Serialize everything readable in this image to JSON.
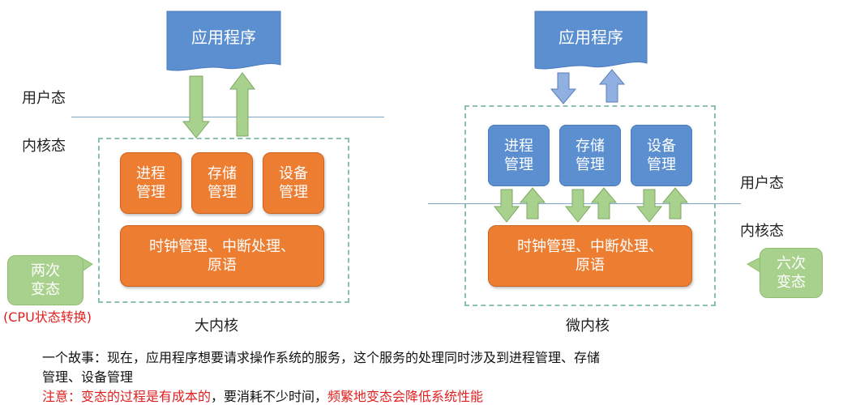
{
  "left": {
    "app": "应用程序",
    "user_mode": "用户态",
    "kernel_mode": "内核态",
    "modules": [
      "进程\n管理",
      "存储\n管理",
      "设备\n管理"
    ],
    "base": "时钟管理、中断处理、\n原语",
    "caption": "大内核",
    "bubble": "两次\n变态",
    "cpu_note": "(CPU状态转换)"
  },
  "right": {
    "app": "应用程序",
    "user_mode": "用户态",
    "kernel_mode": "内核态",
    "modules": [
      "进程\n管理",
      "存储\n管理",
      "设备\n管理"
    ],
    "base": "时钟管理、中断处理、\n原语",
    "caption": "微内核",
    "bubble": "六次\n变态"
  },
  "text": {
    "line1": "一个故事：现在，应用程序想要请求操作系统的服务，这个服务的处理同时涉及到进程管理、存储",
    "line2": "管理、设备管理",
    "note_a": "注意：变态的过程是有成本的",
    "note_b": "，要消耗不少时间，",
    "note_c": "频繁地变态会降低系统性能"
  },
  "colors": {
    "blue": "#5b8fd0",
    "orange": "#ed7d31",
    "green": "#a9d18e",
    "red": "#e02020"
  }
}
